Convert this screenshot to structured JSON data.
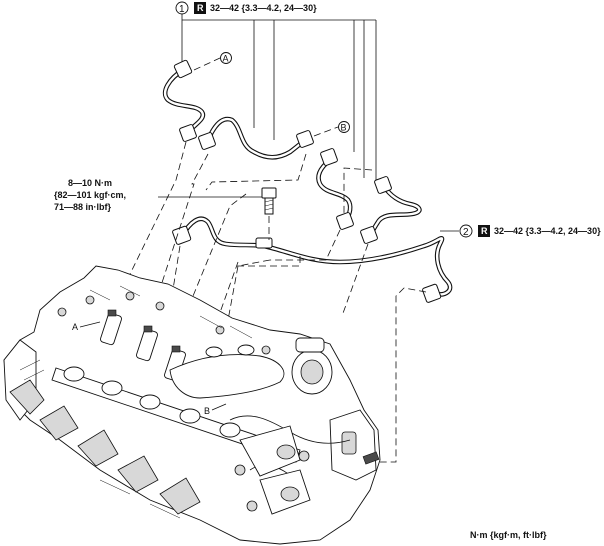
{
  "callouts": {
    "part1": {
      "number": "1",
      "badge": "R",
      "torque": "32—42 {3.3—4.2, 24—30}"
    },
    "part2": {
      "number": "2",
      "badge": "R",
      "torque": "32—42 {3.3—4.2, 24—30}"
    },
    "bolt": {
      "line1": "8—10 N·m",
      "line2": "{82—101 kgf·cm,",
      "line3": "71—88 in·lbf}"
    }
  },
  "connectors": {
    "a_top": "A",
    "b_top": "B",
    "a_engine": "A",
    "b_engine": "B"
  },
  "units_note": "N·m {kgf·m, ft·lbf}"
}
